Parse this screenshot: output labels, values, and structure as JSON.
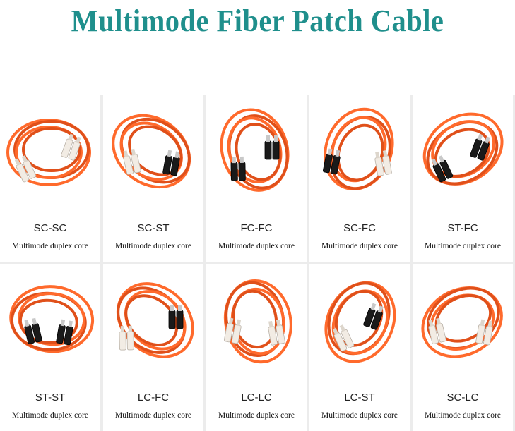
{
  "header": {
    "title": "Multimode Fiber Patch Cable"
  },
  "colors": {
    "title": "#1f8f8c",
    "cable": "#ff6a2c",
    "cable_dark": "#e0501a",
    "connector_light": "#f2ece4",
    "connector_dark": "#1a1a1a"
  },
  "products": [
    {
      "name": "SC-SC",
      "desc": "Multimode duplex core",
      "a": "light",
      "b": "light"
    },
    {
      "name": "SC-ST",
      "desc": "Multimode duplex core",
      "a": "light",
      "b": "dark"
    },
    {
      "name": "FC-FC",
      "desc": "Multimode duplex core",
      "a": "dark",
      "b": "dark"
    },
    {
      "name": "SC-FC",
      "desc": "Multimode duplex core",
      "a": "dark",
      "b": "light"
    },
    {
      "name": "ST-FC",
      "desc": "Multimode duplex core",
      "a": "dark",
      "b": "dark"
    },
    {
      "name": "ST-ST",
      "desc": "Multimode duplex core",
      "a": "dark",
      "b": "dark"
    },
    {
      "name": "LC-FC",
      "desc": "Multimode duplex core",
      "a": "light",
      "b": "dark"
    },
    {
      "name": "LC-LC",
      "desc": "Multimode duplex core",
      "a": "light",
      "b": "light"
    },
    {
      "name": "LC-ST",
      "desc": "Multimode duplex core",
      "a": "light",
      "b": "dark"
    },
    {
      "name": "SC-LC",
      "desc": "Multimode duplex core",
      "a": "light",
      "b": "light"
    }
  ]
}
